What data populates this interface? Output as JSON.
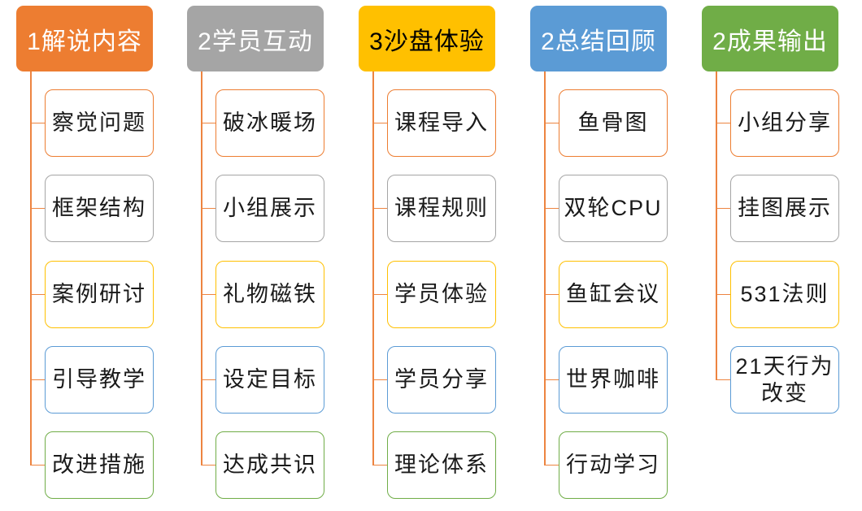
{
  "connector_color": "#ED8440",
  "palette": {
    "orange": "#ED7D31",
    "gray": "#A5A5A5",
    "yellow": "#FFC000",
    "blue": "#5B9BD5",
    "green": "#70AD47"
  },
  "columns": [
    {
      "header": {
        "label": "1解说内容",
        "fill": "#ED7D31",
        "text_color": "#FFFFFF"
      },
      "children": [
        {
          "label": "察觉问题",
          "border_color": "#ED7D31"
        },
        {
          "label": "框架结构",
          "border_color": "#A5A5A5"
        },
        {
          "label": "案例研讨",
          "border_color": "#FFC000"
        },
        {
          "label": "引导教学",
          "border_color": "#5B9BD5"
        },
        {
          "label": "改进措施",
          "border_color": "#70AD47"
        }
      ]
    },
    {
      "header": {
        "label": "2学员互动",
        "fill": "#A5A5A5",
        "text_color": "#FFFFFF"
      },
      "children": [
        {
          "label": "破冰暖场",
          "border_color": "#ED7D31"
        },
        {
          "label": "小组展示",
          "border_color": "#A5A5A5"
        },
        {
          "label": "礼物磁铁",
          "border_color": "#FFC000"
        },
        {
          "label": "设定目标",
          "border_color": "#5B9BD5"
        },
        {
          "label": "达成共识",
          "border_color": "#70AD47"
        }
      ]
    },
    {
      "header": {
        "label": "3沙盘体验",
        "fill": "#FFC000",
        "text_color": "#000000"
      },
      "children": [
        {
          "label": "课程导入",
          "border_color": "#ED7D31"
        },
        {
          "label": "课程规则",
          "border_color": "#A5A5A5"
        },
        {
          "label": "学员体验",
          "border_color": "#FFC000"
        },
        {
          "label": "学员分享",
          "border_color": "#5B9BD5"
        },
        {
          "label": "理论体系",
          "border_color": "#70AD47"
        }
      ]
    },
    {
      "header": {
        "label": "2总结回顾",
        "fill": "#5B9BD5",
        "text_color": "#FFFFFF"
      },
      "children": [
        {
          "label": "鱼骨图",
          "border_color": "#ED7D31"
        },
        {
          "label": "双轮CPU",
          "border_color": "#A5A5A5"
        },
        {
          "label": "鱼缸会议",
          "border_color": "#FFC000"
        },
        {
          "label": "世界咖啡",
          "border_color": "#5B9BD5"
        },
        {
          "label": "行动学习",
          "border_color": "#70AD47"
        }
      ]
    },
    {
      "header": {
        "label": "2成果输出",
        "fill": "#70AD47",
        "text_color": "#FFFFFF"
      },
      "children": [
        {
          "label": "小组分享",
          "border_color": "#ED7D31"
        },
        {
          "label": "挂图展示",
          "border_color": "#A5A5A5"
        },
        {
          "label": "531法则",
          "border_color": "#FFC000"
        },
        {
          "label": "21天行为\n改变",
          "border_color": "#5B9BD5"
        }
      ]
    }
  ]
}
